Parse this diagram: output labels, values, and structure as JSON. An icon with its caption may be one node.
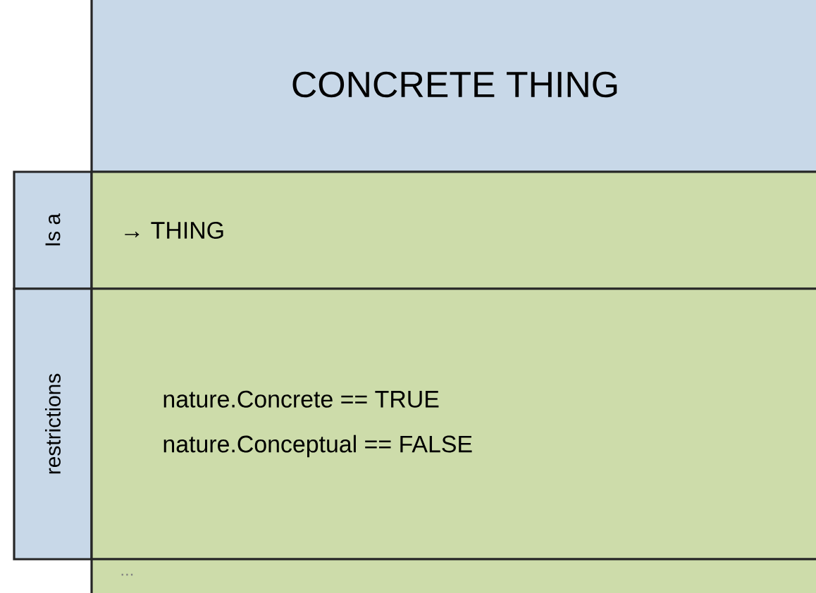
{
  "diagram": {
    "nodes": [
      {
        "text": [
          "CONCRETE THING"
        ]
      },
      {
        "text": [
          "Is a"
        ]
      },
      {
        "text": [
          "→ THING"
        ]
      },
      {
        "text": [
          "restrictions"
        ]
      },
      {
        "text": [
          "nature.Concrete == TRUE",
          "nature.Conceptual == FALSE"
        ]
      },
      {
        "text": [
          "..."
        ]
      }
    ]
  }
}
